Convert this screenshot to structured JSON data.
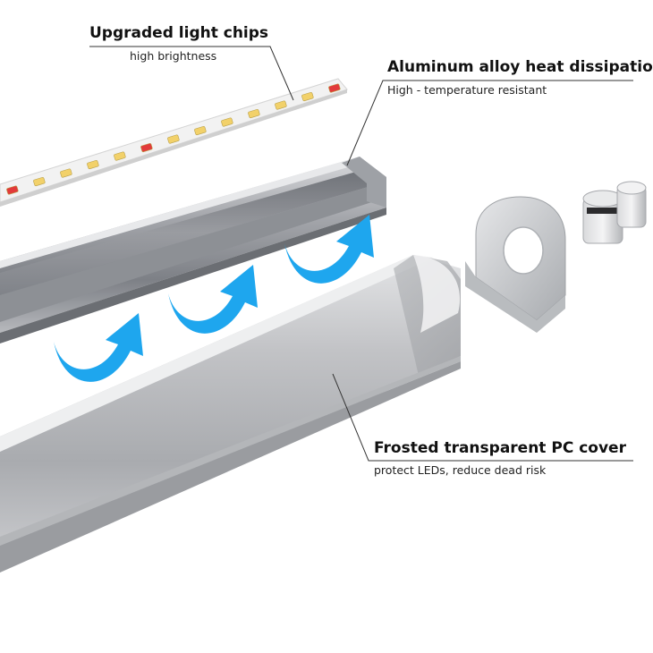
{
  "callouts": {
    "chips": {
      "title": "Upgraded light chips",
      "subtitle": "high brightness"
    },
    "heat": {
      "title": "Aluminum alloy heat dissipation",
      "subtitle": "High - temperature resistant"
    },
    "cover": {
      "title": "Frosted transparent PC cover",
      "subtitle": "protect LEDs, reduce dead risk"
    }
  },
  "colors": {
    "background": "#ffffff",
    "arrow": "#1ea6ee",
    "led_warm": "#f2d16a",
    "led_red": "#e23a3a",
    "strip": "#f4f4f4",
    "aluminum": "#a9abb0",
    "cover": "#c9cacd",
    "endcap": "#d4d6d9"
  },
  "icons": [
    "airflow-arrow-icon",
    "led-chip-icon",
    "end-cap-icon",
    "connector-icon"
  ]
}
